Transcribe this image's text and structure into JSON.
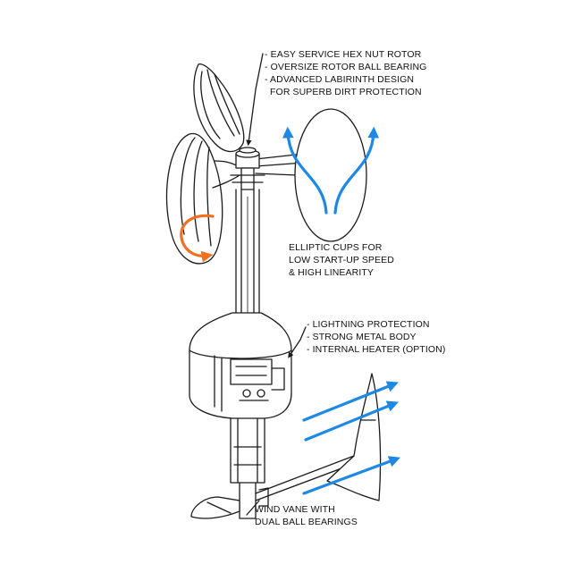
{
  "colors": {
    "line": "#1a1a1a",
    "blue_arrow": "#1e88e5",
    "orange_arrow": "#f07020",
    "background": "#ffffff"
  },
  "callouts": {
    "rotor": {
      "lines": [
        "- EASY SERVICE HEX NUT ROTOR",
        "- OVERSIZE ROTOR BALL BEARING",
        "- ADVANCED LABIRINTH DESIGN",
        "  FOR SUPERB DIRT PROTECTION"
      ]
    },
    "cups": {
      "lines": [
        "ELLIPTIC CUPS FOR",
        "LOW START-UP SPEED",
        "& HIGH LINEARITY"
      ]
    },
    "body": {
      "lines": [
        "- LIGHTNING PROTECTION",
        "- STRONG METAL BODY",
        "- INTERNAL HEATER (OPTION)"
      ]
    },
    "vane": {
      "lines": [
        "WIND VANE WITH",
        "DUAL BALL BEARINGS"
      ]
    }
  }
}
